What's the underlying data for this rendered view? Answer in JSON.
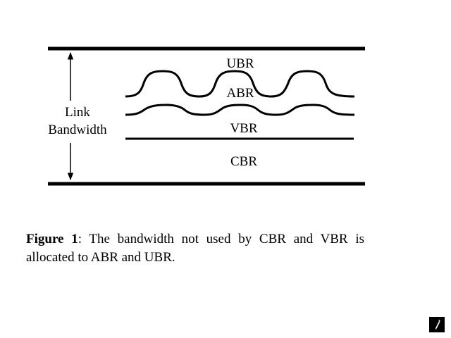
{
  "diagram": {
    "labels": {
      "ubr": "UBR",
      "abr": "ABR",
      "vbr": "VBR",
      "cbr": "CBR",
      "link_line1": "Link",
      "link_line2": "Bandwidth"
    }
  },
  "caption": {
    "label": "Figure 1",
    "text": ": The bandwidth not used by CBR and VBR is allocated to ABR and UBR."
  },
  "icons": {
    "edit": "pencil-icon"
  },
  "colors": {
    "foreground": "#000000",
    "background": "#ffffff"
  }
}
